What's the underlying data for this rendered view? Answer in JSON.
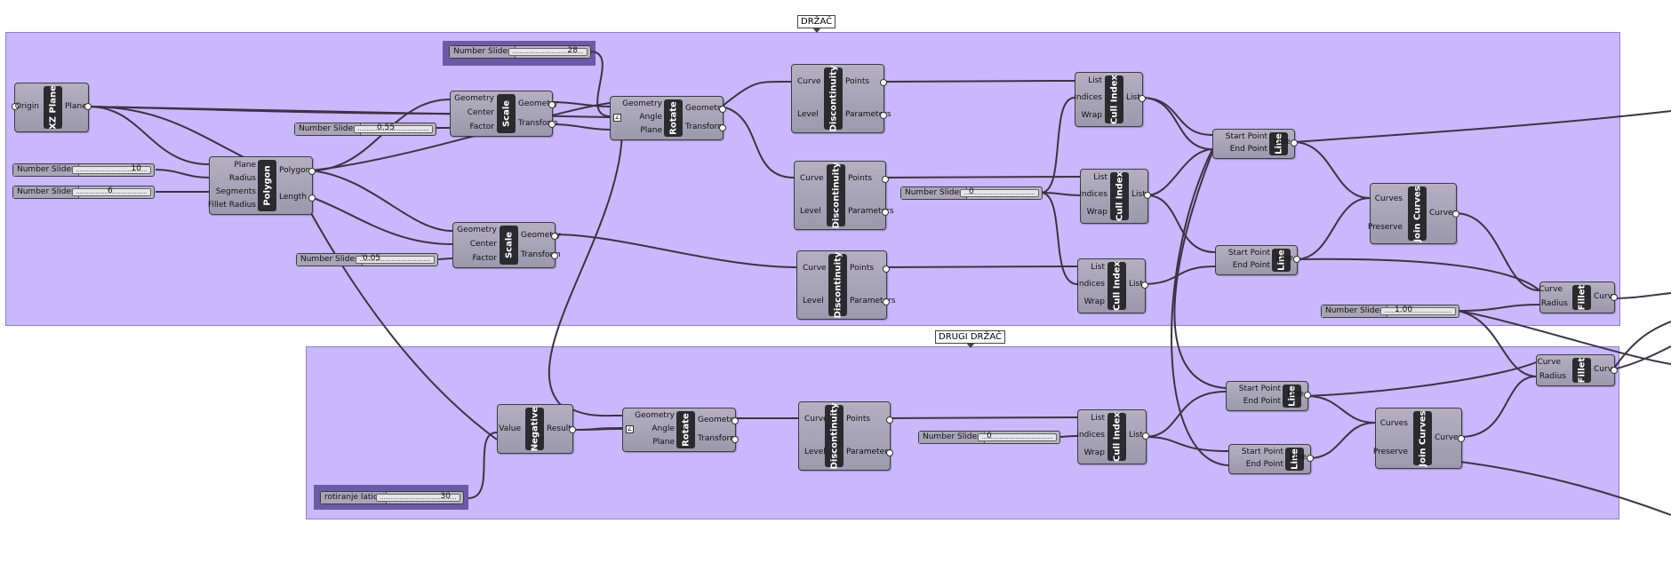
{
  "groups": {
    "g1_label": "DRŽAČ",
    "g2_label": "DRUGI DRŽAČ"
  },
  "components": {
    "xz_plane": {
      "name": "XZ Plane",
      "in": [
        "Origin"
      ],
      "out": [
        "Plane"
      ]
    },
    "polygon": {
      "name": "Polygon",
      "in": [
        "Plane",
        "Radius",
        "Segments",
        "Fillet Radius"
      ],
      "out": [
        "Polygon",
        "Length"
      ]
    },
    "scale_1": {
      "name": "Scale",
      "in": [
        "Geometry",
        "Center",
        "Factor"
      ],
      "out": [
        "Geometry",
        "Transform"
      ]
    },
    "scale_2": {
      "name": "Scale",
      "in": [
        "Geometry",
        "Center",
        "Factor"
      ],
      "out": [
        "Geometry",
        "Transform"
      ]
    },
    "rotate_1": {
      "name": "Rotate",
      "in": [
        "Geometry",
        "Angle",
        "Plane"
      ],
      "out": [
        "Geometry",
        "Transform"
      ]
    },
    "disc_1": {
      "name": "Discontinuity",
      "in": [
        "Curve",
        "Level"
      ],
      "out": [
        "Points",
        "Parameters"
      ]
    },
    "disc_2": {
      "name": "Discontinuity",
      "in": [
        "Curve",
        "Level"
      ],
      "out": [
        "Points",
        "Parameters"
      ]
    },
    "disc_3": {
      "name": "Discontinuity",
      "in": [
        "Curve",
        "Level"
      ],
      "out": [
        "Points",
        "Parameters"
      ]
    },
    "cull_1": {
      "name": "Cull Index",
      "in": [
        "List",
        "Indices",
        "Wrap"
      ],
      "out": [
        "List"
      ]
    },
    "cull_2": {
      "name": "Cull Index",
      "in": [
        "List",
        "Indices",
        "Wrap"
      ],
      "out": [
        "List"
      ]
    },
    "cull_3": {
      "name": "Cull Index",
      "in": [
        "List",
        "Indices",
        "Wrap"
      ],
      "out": [
        "List"
      ]
    },
    "line_1": {
      "name": "Line",
      "in": [
        "Start Point",
        "End Point"
      ],
      "out": [
        "Line"
      ]
    },
    "line_2": {
      "name": "Line",
      "in": [
        "Start Point",
        "End Point"
      ],
      "out": [
        "Line"
      ]
    },
    "join_1": {
      "name": "Join Curves",
      "in": [
        "Curves",
        "Preserve"
      ],
      "out": [
        "Curves"
      ]
    },
    "fillet_1": {
      "name": "Fillet",
      "in": [
        "Curve",
        "Radius"
      ],
      "out": [
        "Curve"
      ]
    },
    "negative": {
      "name": "Negative",
      "in": [
        "Value"
      ],
      "out": [
        "Result"
      ]
    },
    "rotate_2": {
      "name": "Rotate",
      "in": [
        "Geometry",
        "Angle",
        "Plane"
      ],
      "out": [
        "Geometry",
        "Transform"
      ]
    },
    "disc_4": {
      "name": "Discontinuity",
      "in": [
        "Curve",
        "Level"
      ],
      "out": [
        "Points",
        "Parameters"
      ]
    },
    "cull_4": {
      "name": "Cull Index",
      "in": [
        "List",
        "Indices",
        "Wrap"
      ],
      "out": [
        "List"
      ]
    },
    "line_3": {
      "name": "Line",
      "in": [
        "Start Point",
        "End Point"
      ],
      "out": [
        "Line"
      ]
    },
    "line_4": {
      "name": "Line",
      "in": [
        "Start Point",
        "End Point"
      ],
      "out": [
        "Line"
      ]
    },
    "join_2": {
      "name": "Join Curves",
      "in": [
        "Curves",
        "Preserve"
      ],
      "out": [
        "Curves"
      ]
    },
    "fillet_2": {
      "name": "Fillet",
      "in": [
        "Curve",
        "Radius"
      ],
      "out": [
        "Curve"
      ]
    }
  },
  "sliders": {
    "s_angle": {
      "label": "Number Slider",
      "value": "28"
    },
    "s_scale1": {
      "label": "Number Slider",
      "value": "0.55"
    },
    "s_radius": {
      "label": "Number Slider",
      "value": "10"
    },
    "s_segments": {
      "label": "Number Slider",
      "value": "6"
    },
    "s_scale2": {
      "label": "Number Slider",
      "value": "0.05"
    },
    "s_cull": {
      "label": "Number Slider",
      "value": "0"
    },
    "s_fillet": {
      "label": "Number Slider",
      "value": "1.00"
    },
    "s_cull2": {
      "label": "Number Slider",
      "value": "0"
    },
    "s_rot": {
      "label": "rotiranje latice",
      "value": "30"
    }
  },
  "colors": {
    "group_fill": "#c9b8fb",
    "component": "#a8a4b8",
    "wire": "#3a3346",
    "title_bar": "#2b2b2f"
  }
}
